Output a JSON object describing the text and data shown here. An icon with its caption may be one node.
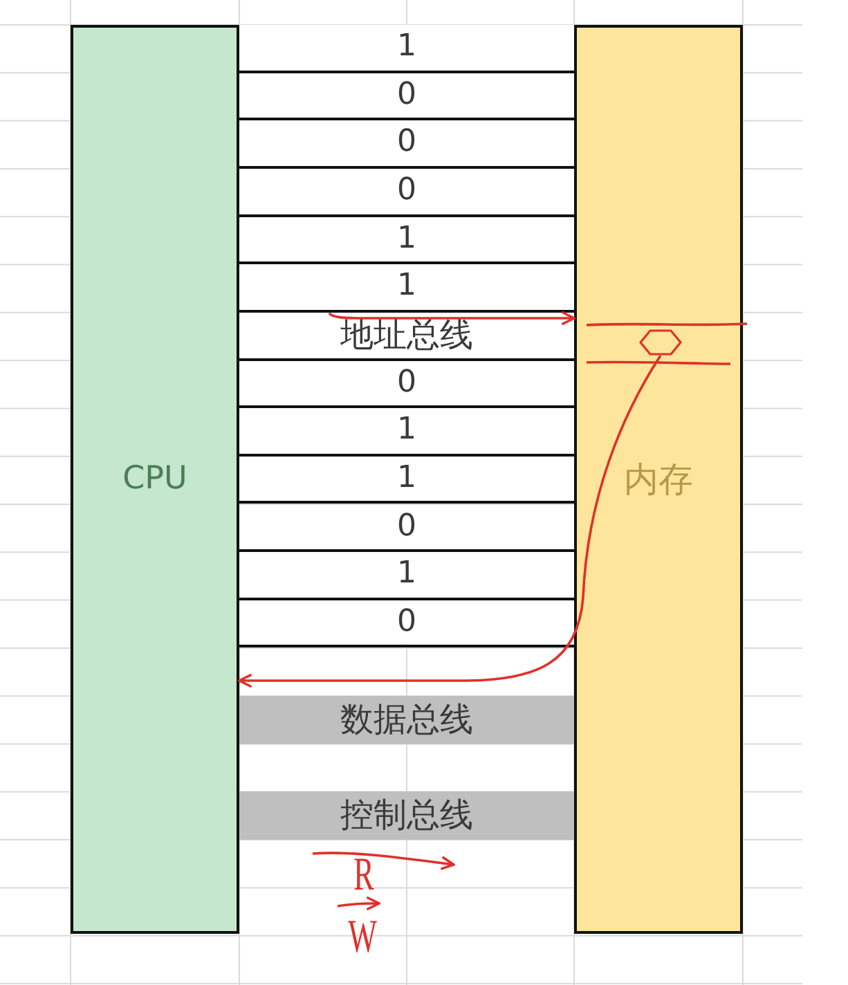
{
  "diagram": {
    "nodes": [
      {
        "text": [
          "CPU"
        ]
      },
      {
        "text": [
          "1"
        ]
      },
      {
        "text": [
          "0"
        ]
      },
      {
        "text": [
          "0"
        ]
      },
      {
        "text": [
          "0"
        ]
      },
      {
        "text": [
          "1"
        ]
      },
      {
        "text": [
          "1"
        ]
      },
      {
        "text": [
          "地址总线"
        ]
      },
      {
        "text": [
          "0"
        ]
      },
      {
        "text": [
          "1"
        ]
      },
      {
        "text": [
          "1"
        ]
      },
      {
        "text": [
          "0"
        ]
      },
      {
        "text": [
          "1"
        ]
      },
      {
        "text": [
          "0"
        ]
      },
      {
        "text": [
          "数据总线"
        ]
      },
      {
        "text": [
          "控制总线"
        ]
      },
      {
        "text": [
          "内存"
        ]
      },
      {
        "text": [],
        "shape": "hexagon",
        "in": 16
      }
    ],
    "edges": [
      {
        "from": 7,
        "to": 16,
        "arrow": "to"
      },
      {
        "from": 17,
        "to": 0,
        "arrow": "to"
      }
    ],
    "labels": [
      "R",
      "W"
    ]
  }
}
